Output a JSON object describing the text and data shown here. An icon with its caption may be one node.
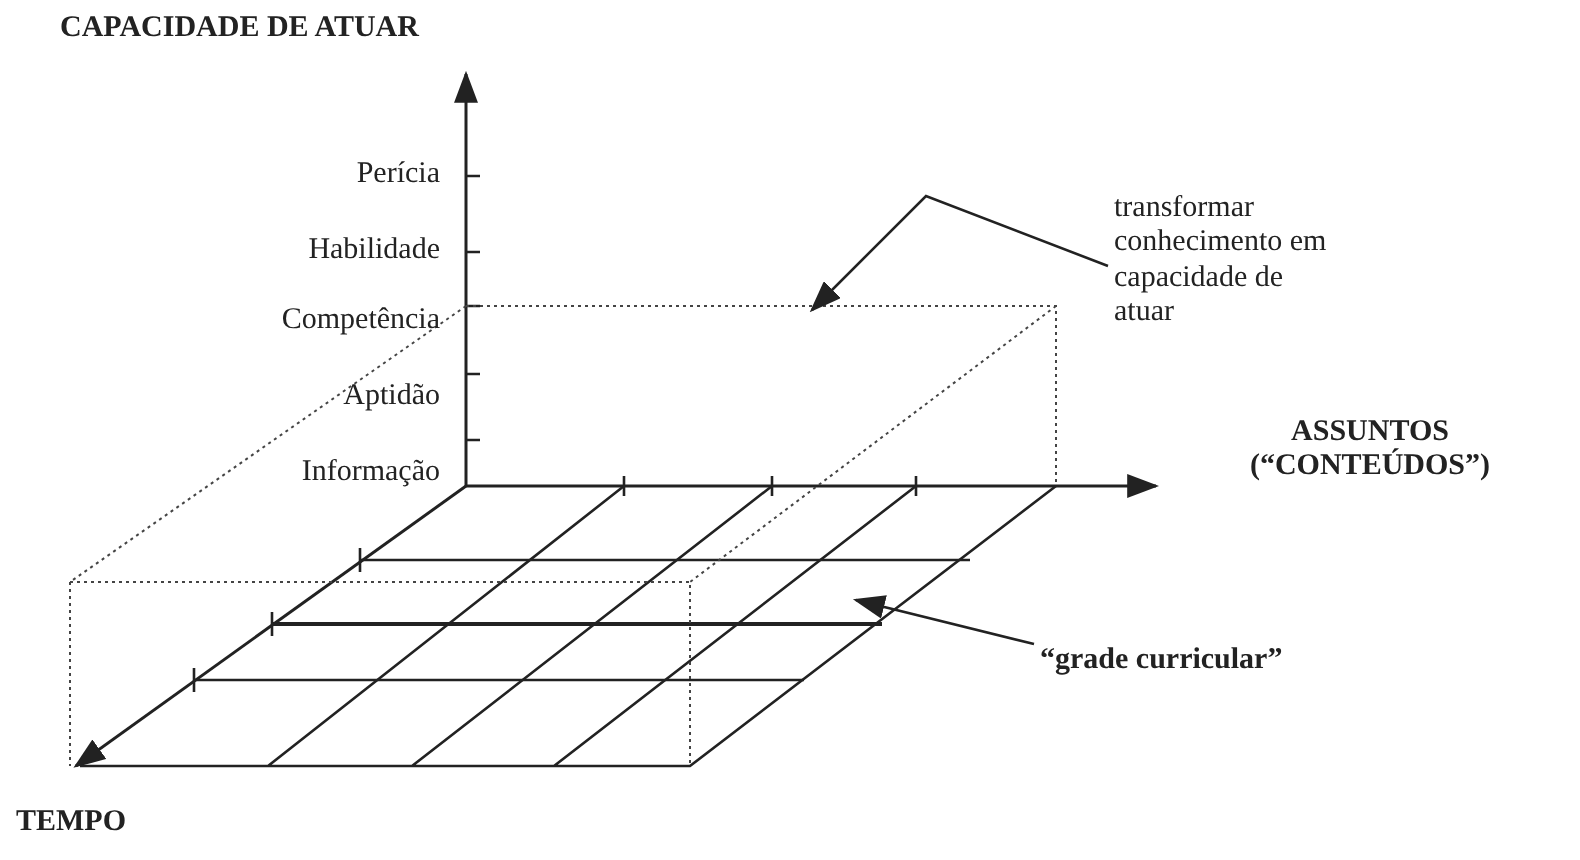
{
  "diagram": {
    "nodes": [
      {
        "text": [
          "transformar conhecimento em capacidade de atuar"
        ]
      },
      {
        "text": [
          "“grade curricular”"
        ]
      }
    ],
    "edges": [
      {
        "from": 0,
        "to": null,
        "arrow": "to"
      },
      {
        "from": 1,
        "to": null,
        "arrow": "to"
      }
    ],
    "labels": [
      "CAPACIDADE DE ATUAR",
      "Perícia",
      "Habilidade",
      "Competência",
      "Aptidão",
      "Informação",
      "ASSUNTOS (“CONTEÚDOS”)",
      "TEMPO"
    ]
  }
}
